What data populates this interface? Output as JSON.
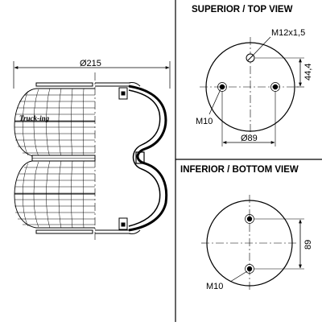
{
  "views": {
    "top": {
      "heading": "SUPERIOR / TOP VIEW",
      "thread_label": "M12x1,5",
      "offset_label": "44,4",
      "stud_label": "M10",
      "spacing_label": "Ø89"
    },
    "bottom": {
      "heading": "INFERIOR / BOTTOM VIEW",
      "spacing_label": "89",
      "stud_label": "M10"
    }
  },
  "side_view": {
    "diameter_label": "Ø215",
    "brand_logo": "Truck-ing"
  },
  "colors": {
    "line": "#000000",
    "background": "#ffffff"
  }
}
